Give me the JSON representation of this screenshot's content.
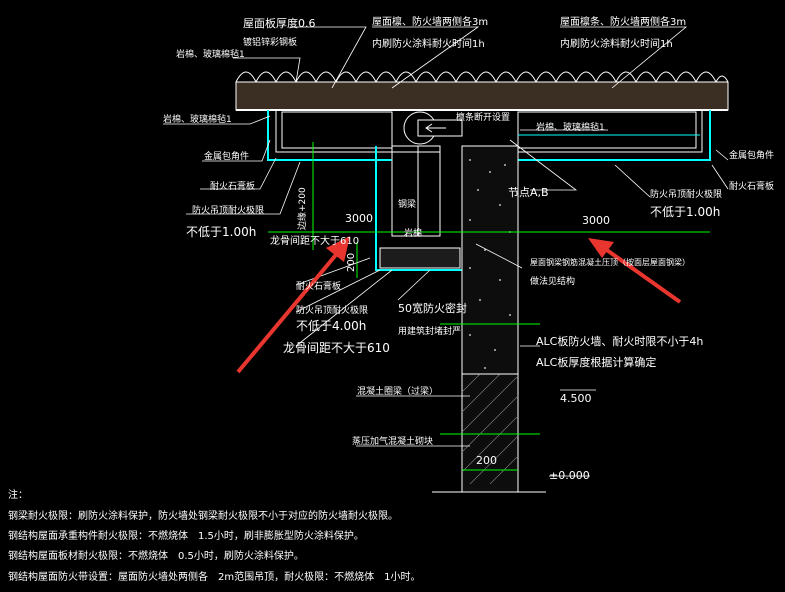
{
  "labels": {
    "roof_thickness": "屋面板厚度0.6",
    "roof_panel_type": "镀铝锌彩钢板",
    "rockwool_top": "岩棉、玻璃棉毡1",
    "rockwool_left": "岩棉、玻璃棉毡1",
    "rockwool_right": "岩棉、玻璃棉毡1",
    "roof_purlin_left_line1": "屋面檩、防火墙两侧各3m",
    "roof_purlin_left_line2": "内刷防火涂料耐火时间1h",
    "roof_purlin_right_line1": "屋面檩条、防火墙两侧各3m",
    "roof_purlin_right_line2": "内刷防火涂料耐火时间1h",
    "seal_break": "檩条断开设置",
    "metal_corner_left": "金属包角件",
    "metal_corner_right": "金属包角件",
    "fire_gypsum_left": "耐火石膏板",
    "fire_gypsum_right": "耐火石膏板",
    "ceiling_board_left": "防火吊顶耐火极限",
    "ceiling_board_right": "防火吊顶耐火极限",
    "not_less_left": "不低于1.00h",
    "not_less_right": "不低于1.00h",
    "steel_beam": "钢梁",
    "node_ab": "节点A,B",
    "dim_3000_left": "3000",
    "dim_3000_right": "3000",
    "dim_bianli": "边缘+200",
    "dim_200_side": "200",
    "keel_spacing_1": "龙骨间距不大于610",
    "rock_label": "岩棉",
    "fire_gypsum_bottom": "耐火石膏板",
    "ceiling_board_bottom": "防火吊顶耐火极限",
    "not_less_bottom": "不低于4.00h",
    "keel_spacing_2": "龙骨间距不大于610",
    "sealant_50": "50宽防火密封",
    "fill_joint": "用建筑封堵封严",
    "roof_beam_note_1": "屋面钢梁钢筋混凝土压顶（按面层屋面钢梁）",
    "roof_beam_note_2": "做法见结构",
    "alc_1": "ALC板防火墙、耐火时限不小于4h",
    "alc_2": "ALC板厚度根据计算确定",
    "elev_450": "4.500",
    "concrete_beam": "混凝土圈梁（过梁）",
    "aac_block": "蒸压加气混凝土砌块",
    "dim_200_bottom": "200",
    "elev_000": "±0.000"
  },
  "notes": {
    "title": "注：",
    "line1": "钢梁耐火极限：刷防火涂料保护，防火墙处钢梁耐火极限不小于对应的防火墙耐火极限。",
    "line2": "钢结构屋面承重构件耐火极限：不燃烧体　1.5小时，刷非膨胀型防火涂料保护。",
    "line3": "钢结构屋面板材耐火极限：不燃烧体　0.5小时，刷防火涂料保护。",
    "line4": "钢结构屋面防火带设置：屋面防火墙处两侧各　2m范围吊顶，耐火极限：不燃烧体　1小时。"
  },
  "colors": {
    "background": "#000000",
    "cyan": "#00ffff",
    "green": "#00ff00",
    "white": "#ffffff",
    "roof_fill": "#3b2f23",
    "wall_fill": "#0d0d0d",
    "arrow": "#e8362f"
  }
}
